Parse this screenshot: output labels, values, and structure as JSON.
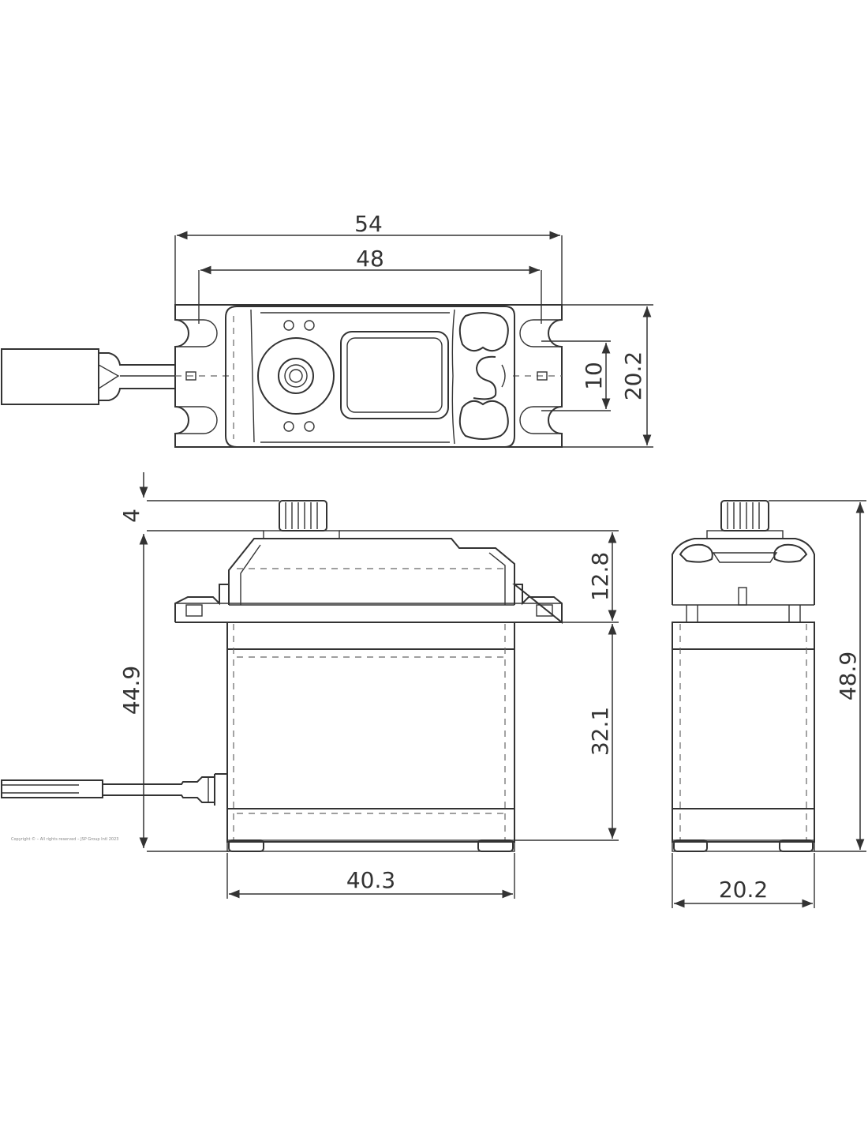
{
  "dimensions": {
    "top_overall_width": "54",
    "top_hole_spacing": "48",
    "top_height": "20.2",
    "top_slot_spacing": "10",
    "spline_height": "4",
    "flange_to_top": "12.8",
    "body_height": "44.9",
    "lower_body_height": "32.1",
    "total_height": "48.9",
    "body_width": "40.3",
    "side_width": "20.2"
  },
  "copyright": "Copyright © – All rights reserved – JSP Group Intl 2023",
  "colors": {
    "line": "#333333",
    "background": "#ffffff"
  }
}
